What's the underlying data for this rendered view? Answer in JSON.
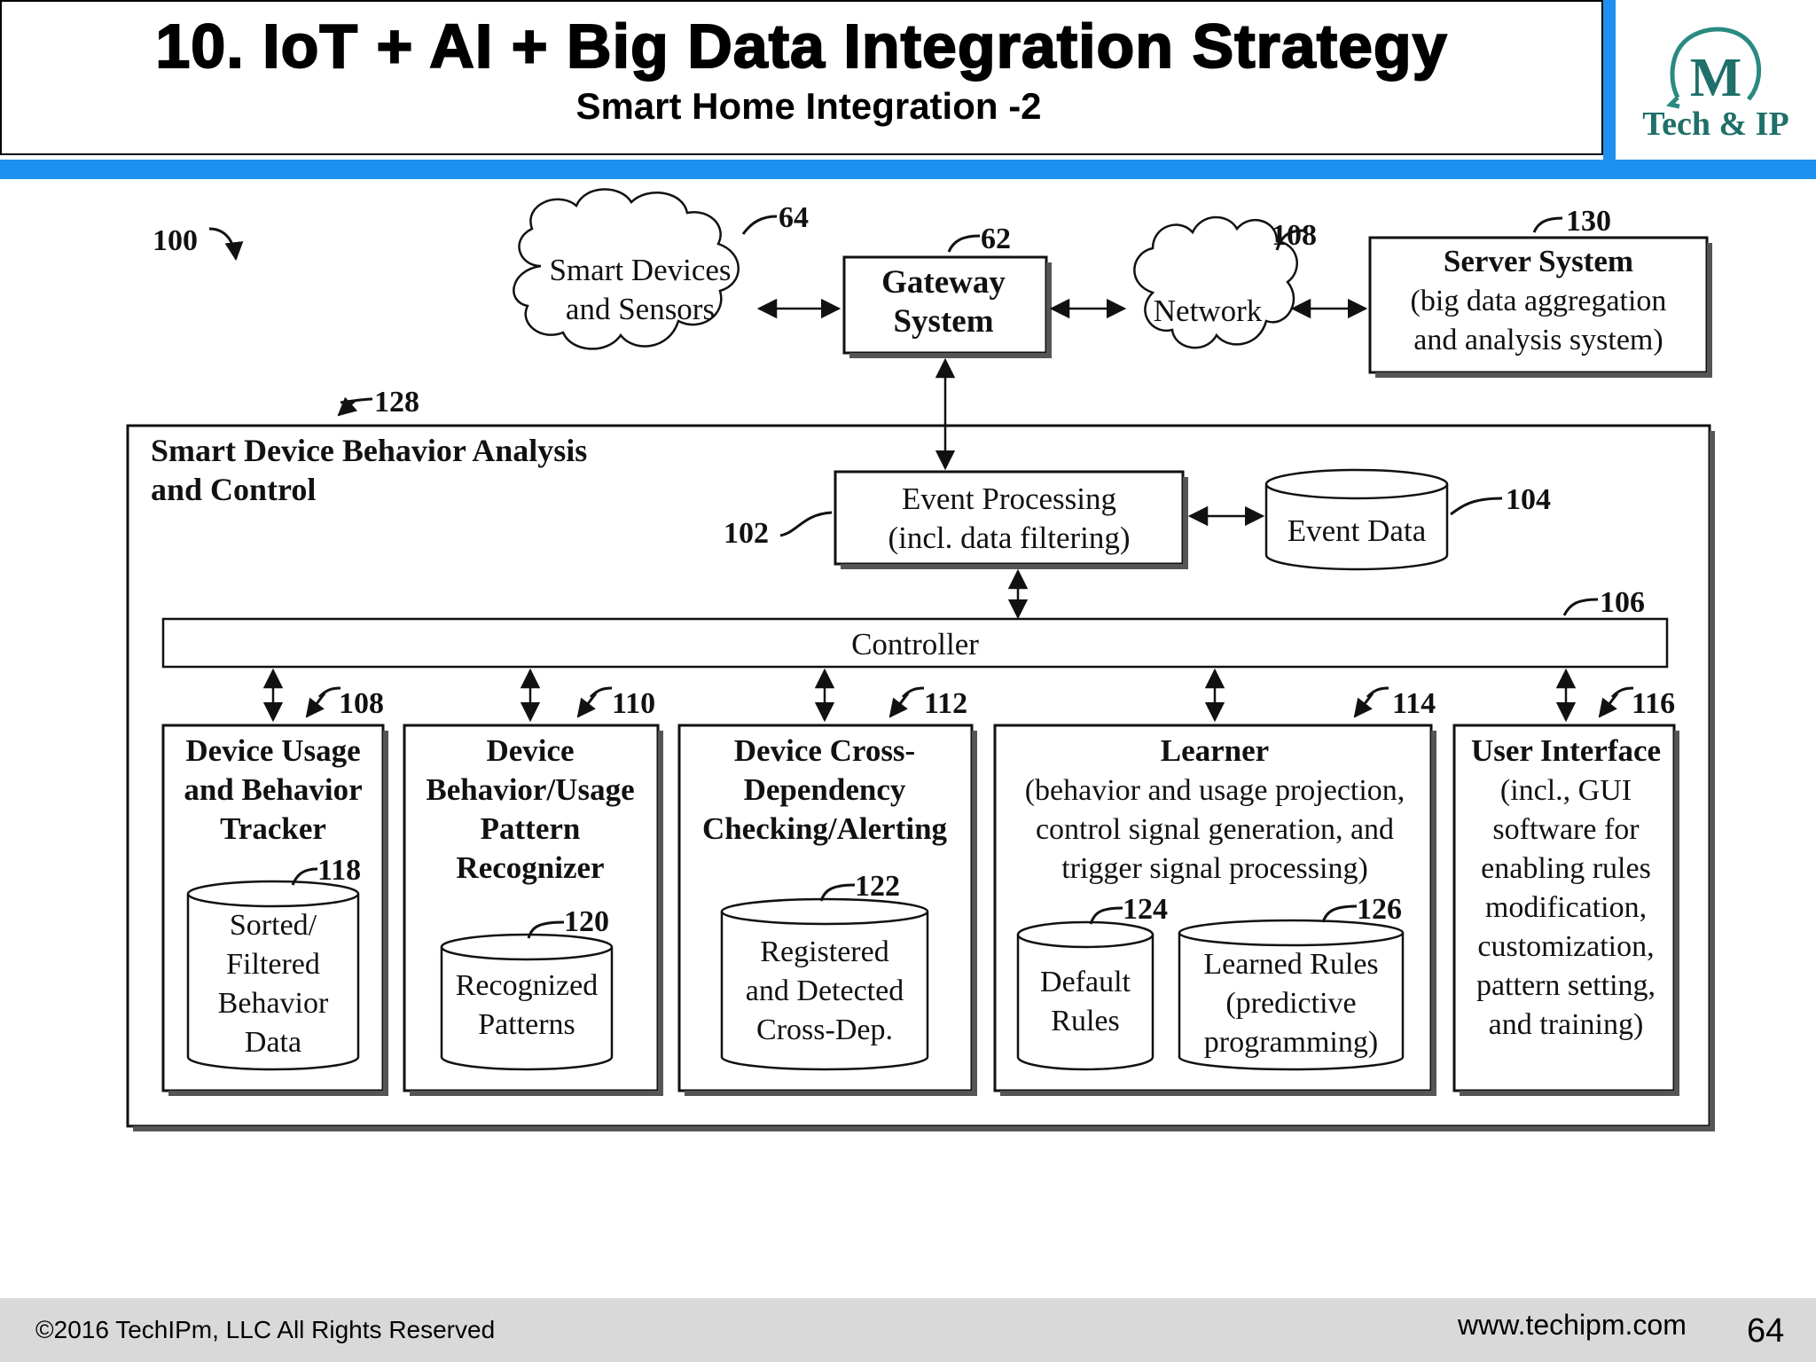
{
  "header": {
    "title": "10. IoT + AI + Big Data Integration Strategy",
    "subtitle": "Smart Home Integration -2"
  },
  "logo": {
    "letter": "M",
    "text": "Tech & IP",
    "color": "#1f6f6a"
  },
  "colors": {
    "accent_bar": "#1e90f0",
    "footer_bg": "#d9d9d9"
  },
  "diagram": {
    "figure_ref": "100",
    "top_row": {
      "smart_devices": {
        "ref": "64",
        "lines": [
          "Smart Devices",
          "and Sensors"
        ]
      },
      "gateway": {
        "ref": "62",
        "lines": [
          "Gateway",
          "System"
        ]
      },
      "network": {
        "ref": "108",
        "label": "Network"
      },
      "server": {
        "ref": "130",
        "lines": [
          "Server System",
          "(big data aggregation",
          "and analysis system)"
        ]
      }
    },
    "container": {
      "ref": "128",
      "lines": [
        "Smart Device Behavior Analysis",
        "and Control"
      ]
    },
    "event_processing": {
      "ref": "102",
      "lines": [
        "Event Processing",
        "(incl. data filtering)"
      ]
    },
    "event_data": {
      "ref": "104",
      "label": "Event Data"
    },
    "controller": {
      "ref": "106",
      "label": "Controller"
    },
    "modules": {
      "tracker": {
        "ref": "108",
        "lines": [
          "Device Usage",
          "and Behavior",
          "Tracker"
        ],
        "db_ref": "118",
        "db_lines": [
          "Sorted/",
          "Filtered",
          "Behavior",
          "Data"
        ]
      },
      "recognizer": {
        "ref": "110",
        "lines": [
          "Device",
          "Behavior/Usage",
          "Pattern",
          "Recognizer"
        ],
        "db_ref": "120",
        "db_lines": [
          "Recognized",
          "Patterns"
        ]
      },
      "cross_dep": {
        "ref": "112",
        "lines": [
          "Device Cross-",
          "Dependency",
          "Checking/Alerting"
        ],
        "db_ref": "122",
        "db_lines": [
          "Registered",
          "and Detected",
          "Cross-Dep."
        ]
      },
      "learner": {
        "ref": "114",
        "title": "Learner",
        "lines": [
          "(behavior and usage projection,",
          "control signal generation, and",
          "trigger signal processing)"
        ],
        "db1_ref": "124",
        "db1_lines": [
          "Default",
          "Rules"
        ],
        "db2_ref": "126",
        "db2_lines": [
          "Learned Rules",
          "(predictive",
          "programming)"
        ]
      },
      "ui": {
        "ref": "116",
        "title": "User Interface",
        "lines": [
          "(incl., GUI",
          "software for",
          "enabling rules",
          "modification,",
          "customization,",
          "pattern setting,",
          "and training)"
        ]
      }
    }
  },
  "footer": {
    "copyright": "©2016 TechIPm, LLC All Rights Reserved",
    "website": "www.techipm.com",
    "page": "64"
  }
}
